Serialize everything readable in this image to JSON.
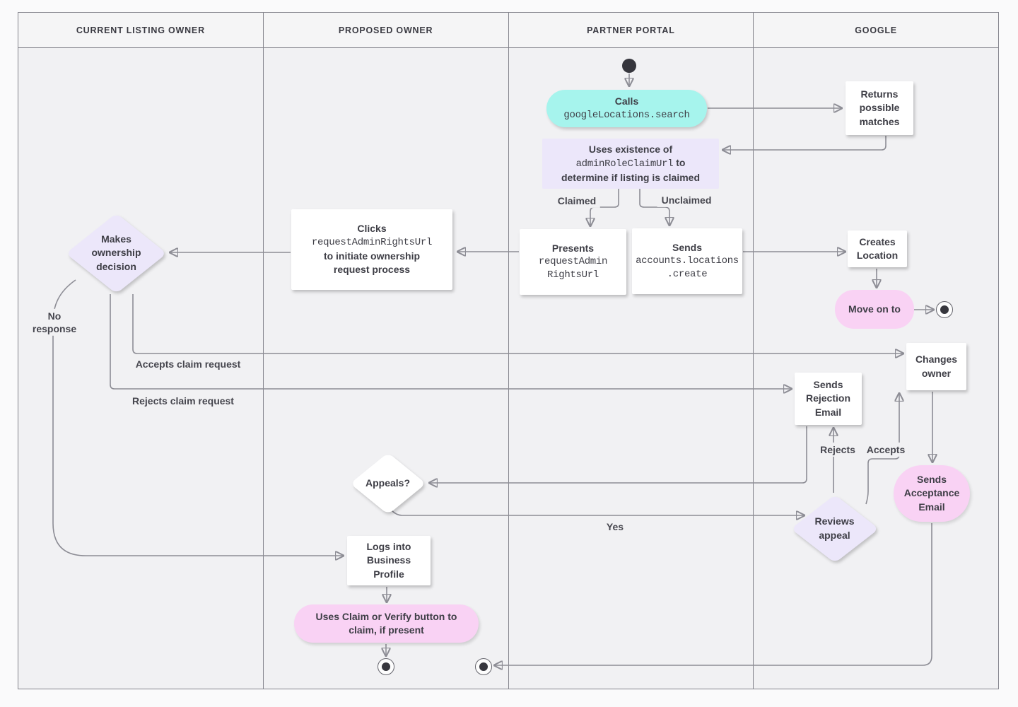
{
  "colors": {
    "teal": "#a6f4ed",
    "lavender": "#ece7fa",
    "pink": "#f9d2f4",
    "line": "#8d8d95",
    "text": "#3e3e46",
    "laneBg": "#f1f1f3",
    "headerBg": "#f5f5f6",
    "pageBg": "#fafafb",
    "border": "#85858d"
  },
  "lanes": [
    {
      "label": "CURRENT LISTING OWNER"
    },
    {
      "label": "PROPOSED OWNER"
    },
    {
      "label": "PARTNER PORTAL"
    },
    {
      "label": "GOOGLE"
    }
  ],
  "nodes": {
    "calls": {
      "title": "Calls",
      "code": "googleLocations.search"
    },
    "returnsMatches": {
      "text": "Returns possible matches"
    },
    "usesExistence": {
      "l1": "Uses existence of",
      "code": "adminRoleClaimUrl",
      "l2rest": " to",
      "l3": "determine if listing is claimed"
    },
    "presents": {
      "title": "Presents",
      "code1": "requestAdmin",
      "code2": "RightsUrl"
    },
    "sendsCreate": {
      "title": "Sends",
      "code1": "accounts.locations",
      "code2": ".create"
    },
    "clicks": {
      "l1": "Clicks",
      "code": "requestAdminRightsUrl",
      "l3": "to initiate ownership",
      "l4": "request process"
    },
    "makesDecision": {
      "text": "Makes ownership decision"
    },
    "createsLocation": {
      "text": "Creates Location"
    },
    "moveOnTo": {
      "text": "Move on to"
    },
    "changesOwner": {
      "text": "Changes owner"
    },
    "sendsRejection": {
      "text": "Sends Rejection Email"
    },
    "appeals": {
      "text": "Appeals?"
    },
    "reviewsAppeal": {
      "text": "Reviews appeal"
    },
    "sendsAcceptance": {
      "text": "Sends Acceptance Email"
    },
    "logsInto": {
      "text": "Logs into Business Profile"
    },
    "usesClaim": {
      "text": "Uses Claim or Verify button to claim, if present"
    }
  },
  "edgeLabels": {
    "claimed": "Claimed",
    "unclaimed": "Unclaimed",
    "noResponse": "No response",
    "acceptsClaim": "Accepts claim request",
    "rejectsClaim": "Rejects claim request",
    "yes": "Yes",
    "rejects": "Rejects",
    "accepts": "Accepts"
  }
}
